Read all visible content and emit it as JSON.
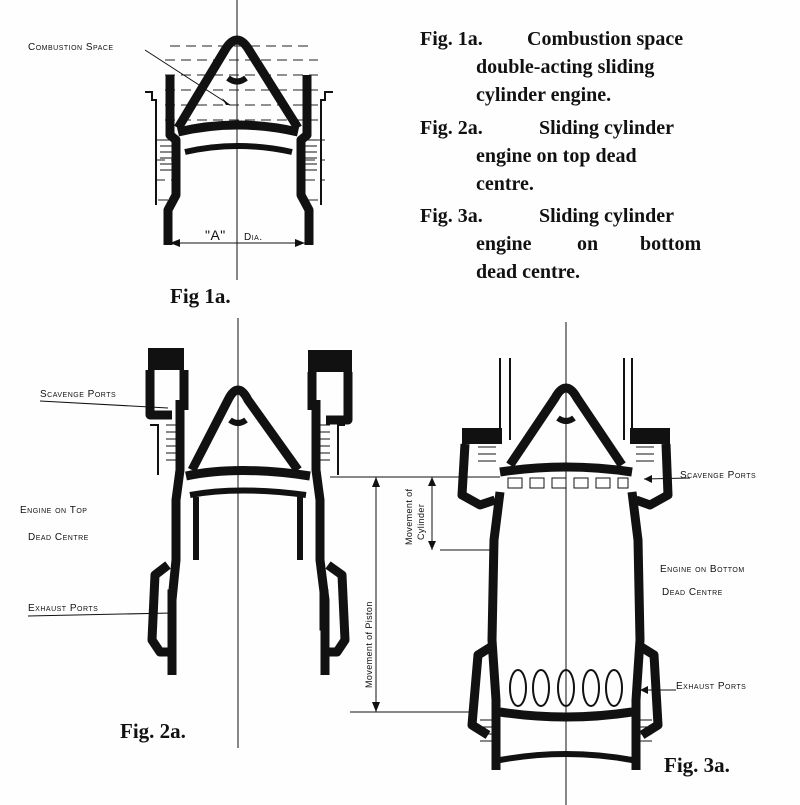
{
  "caption_block": {
    "line1_fig": "Fig. 1a.",
    "line1_rest": "Combustion space",
    "line2": "double-acting sliding",
    "line3": "cylinder engine.",
    "line4_fig": "Fig. 2a.",
    "line4_rest": "Sliding cylinder",
    "line5": "engine on top dead",
    "line6": "centre.",
    "line7_fig": "Fig. 3a.",
    "line7_rest": "Sliding cylinder",
    "line8_a": "engine",
    "line8_b": "on",
    "line8_c": "bottom",
    "line9": "dead centre."
  },
  "fig1": {
    "caption": "Fig 1a.",
    "label_combustion": "Combustion Space",
    "dim_a": "\"A\"",
    "dim_dia": "Dia."
  },
  "fig2": {
    "caption": "Fig. 2a.",
    "label_scavenge": "Scavenge Ports",
    "label_engine_1": "Engine on Top",
    "label_engine_2": "Dead Centre",
    "label_exhaust": "Exhaust Ports",
    "label_piston": "Movement of Piston"
  },
  "fig3": {
    "caption": "Fig. 3a.",
    "label_scavenge": "Scavenge Ports",
    "label_engine_1": "Engine on Bottom",
    "label_engine_2": "Dead Centre",
    "label_exhaust": "Exhaust Ports",
    "label_cyl_1": "Movement of",
    "label_cyl_2": "Cylinder"
  }
}
